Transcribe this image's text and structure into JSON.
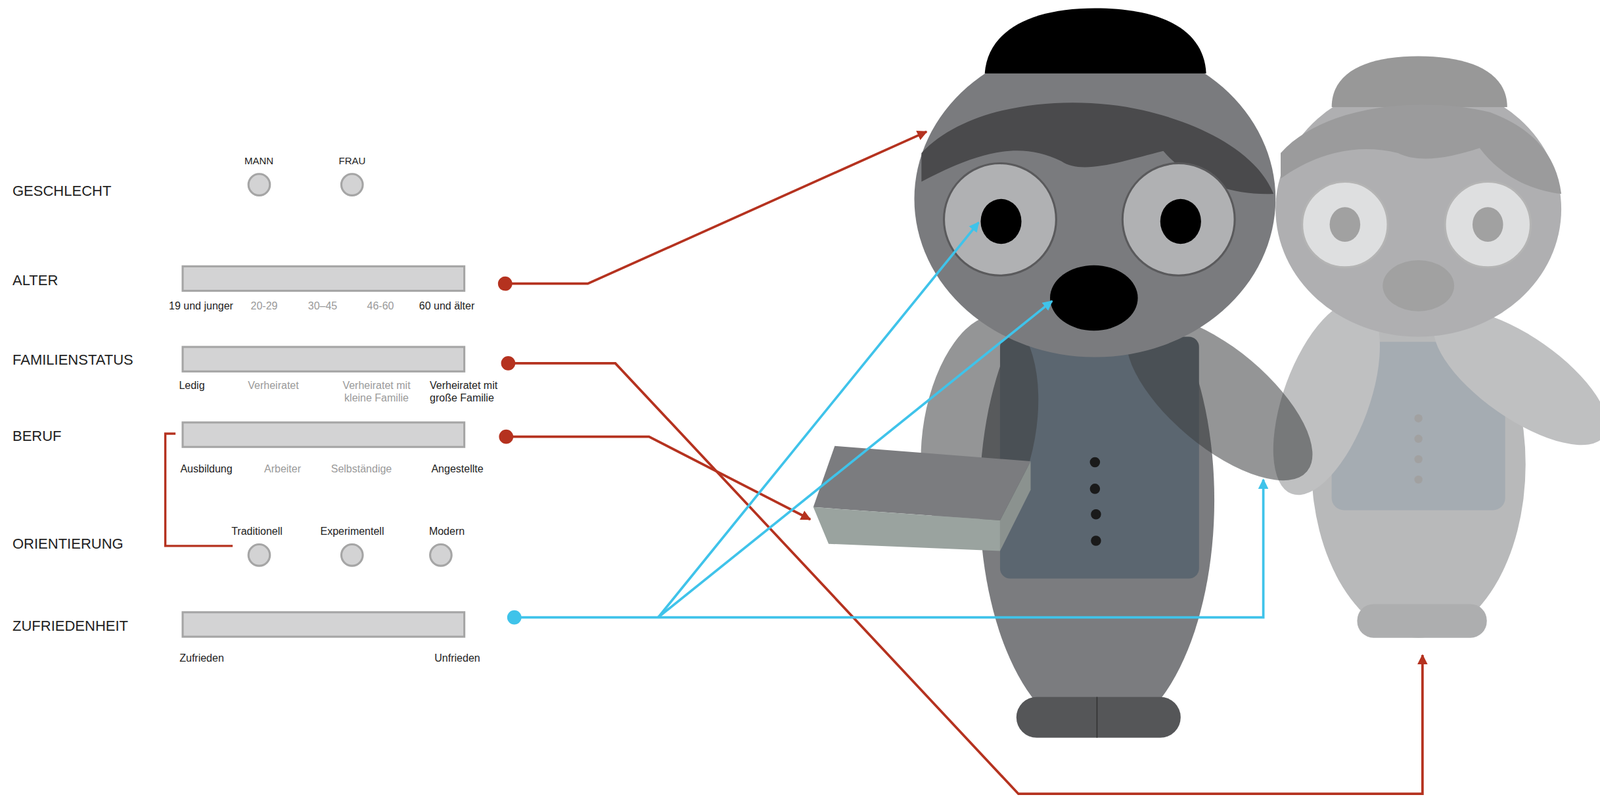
{
  "diagram": {
    "labels": [
      "MANN",
      "FRAU",
      "GESCHLECHT",
      "ALTER",
      "19 und junger",
      "20-29",
      "30–45",
      "46-60",
      "60 und älter",
      "FAMILIENSTATUS",
      "Ledig",
      "Verheiratet",
      "Verheiratet mit kleine Familie",
      "Verheiratet mit große Familie",
      "BERUF",
      "Ausbildung",
      "Arbeiter",
      "Selbständige",
      "Angestellte",
      "ORIENTIERUNG",
      "Traditionell",
      "Experimentell",
      "Modern",
      "ZUFRIEDENHEIT",
      "Zufrieden",
      "Unfrieden"
    ]
  }
}
